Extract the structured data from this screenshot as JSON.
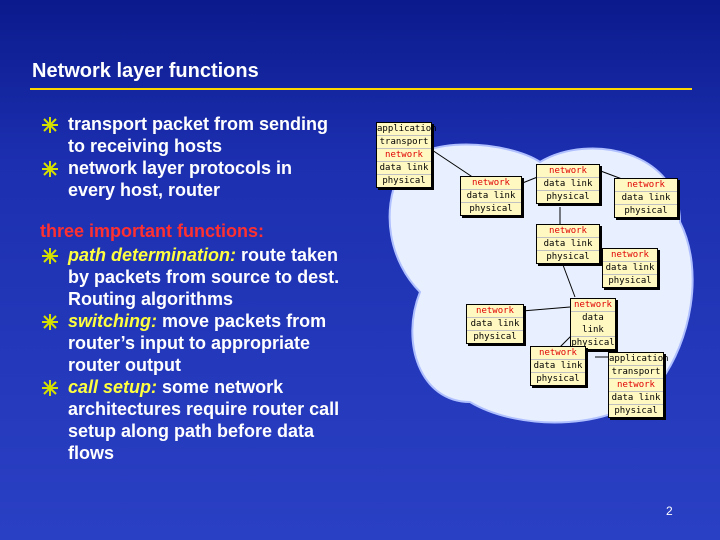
{
  "slide": {
    "title": "Network layer functions",
    "page_number": "2",
    "colors": {
      "background": "#1c2fb0",
      "title_rule": "#ffd700",
      "heading": "#ff3030",
      "term": "#ffff40",
      "bullet_star": "#d4e000"
    }
  },
  "intro_bullets": [
    "transport packet from sending to receiving hosts",
    "network layer protocols in every host, router"
  ],
  "functions": {
    "heading": "three important functions:",
    "items": [
      {
        "term": "path determination:",
        "text": "route taken by packets from source to dest. Routing algorithms"
      },
      {
        "term": "switching:",
        "text": "move packets from router’s input to appropriate router output"
      },
      {
        "term": "call setup:",
        "text": "some network architectures require router call setup along path before data flows"
      }
    ]
  },
  "diagram": {
    "host_stack": [
      "application",
      "transport",
      "network",
      "data link",
      "physical"
    ],
    "router_stack": [
      "network",
      "data link",
      "physical"
    ]
  }
}
